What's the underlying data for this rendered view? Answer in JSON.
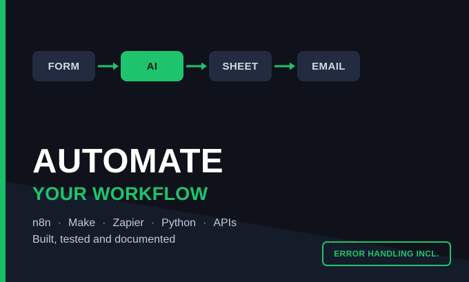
{
  "flow": {
    "nodes": [
      {
        "label": "FORM",
        "active": false
      },
      {
        "label": "AI",
        "active": true
      },
      {
        "label": "SHEET",
        "active": false
      },
      {
        "label": "EMAIL",
        "active": false
      }
    ]
  },
  "headline": "AUTOMATE",
  "subheadline": "YOUR WORKFLOW",
  "tools": {
    "items": [
      "n8n",
      "Make",
      "Zapier",
      "Python",
      "APIs"
    ],
    "separator": "·"
  },
  "tagline": "Built, tested and documented",
  "badge": "ERROR HANDLING INCL.",
  "colors": {
    "background": "#0f121a",
    "band": "#141b29",
    "accent": "#1ec46d",
    "node": "#232b40",
    "text": "#ffffff",
    "muted": "#c4c9d4"
  }
}
